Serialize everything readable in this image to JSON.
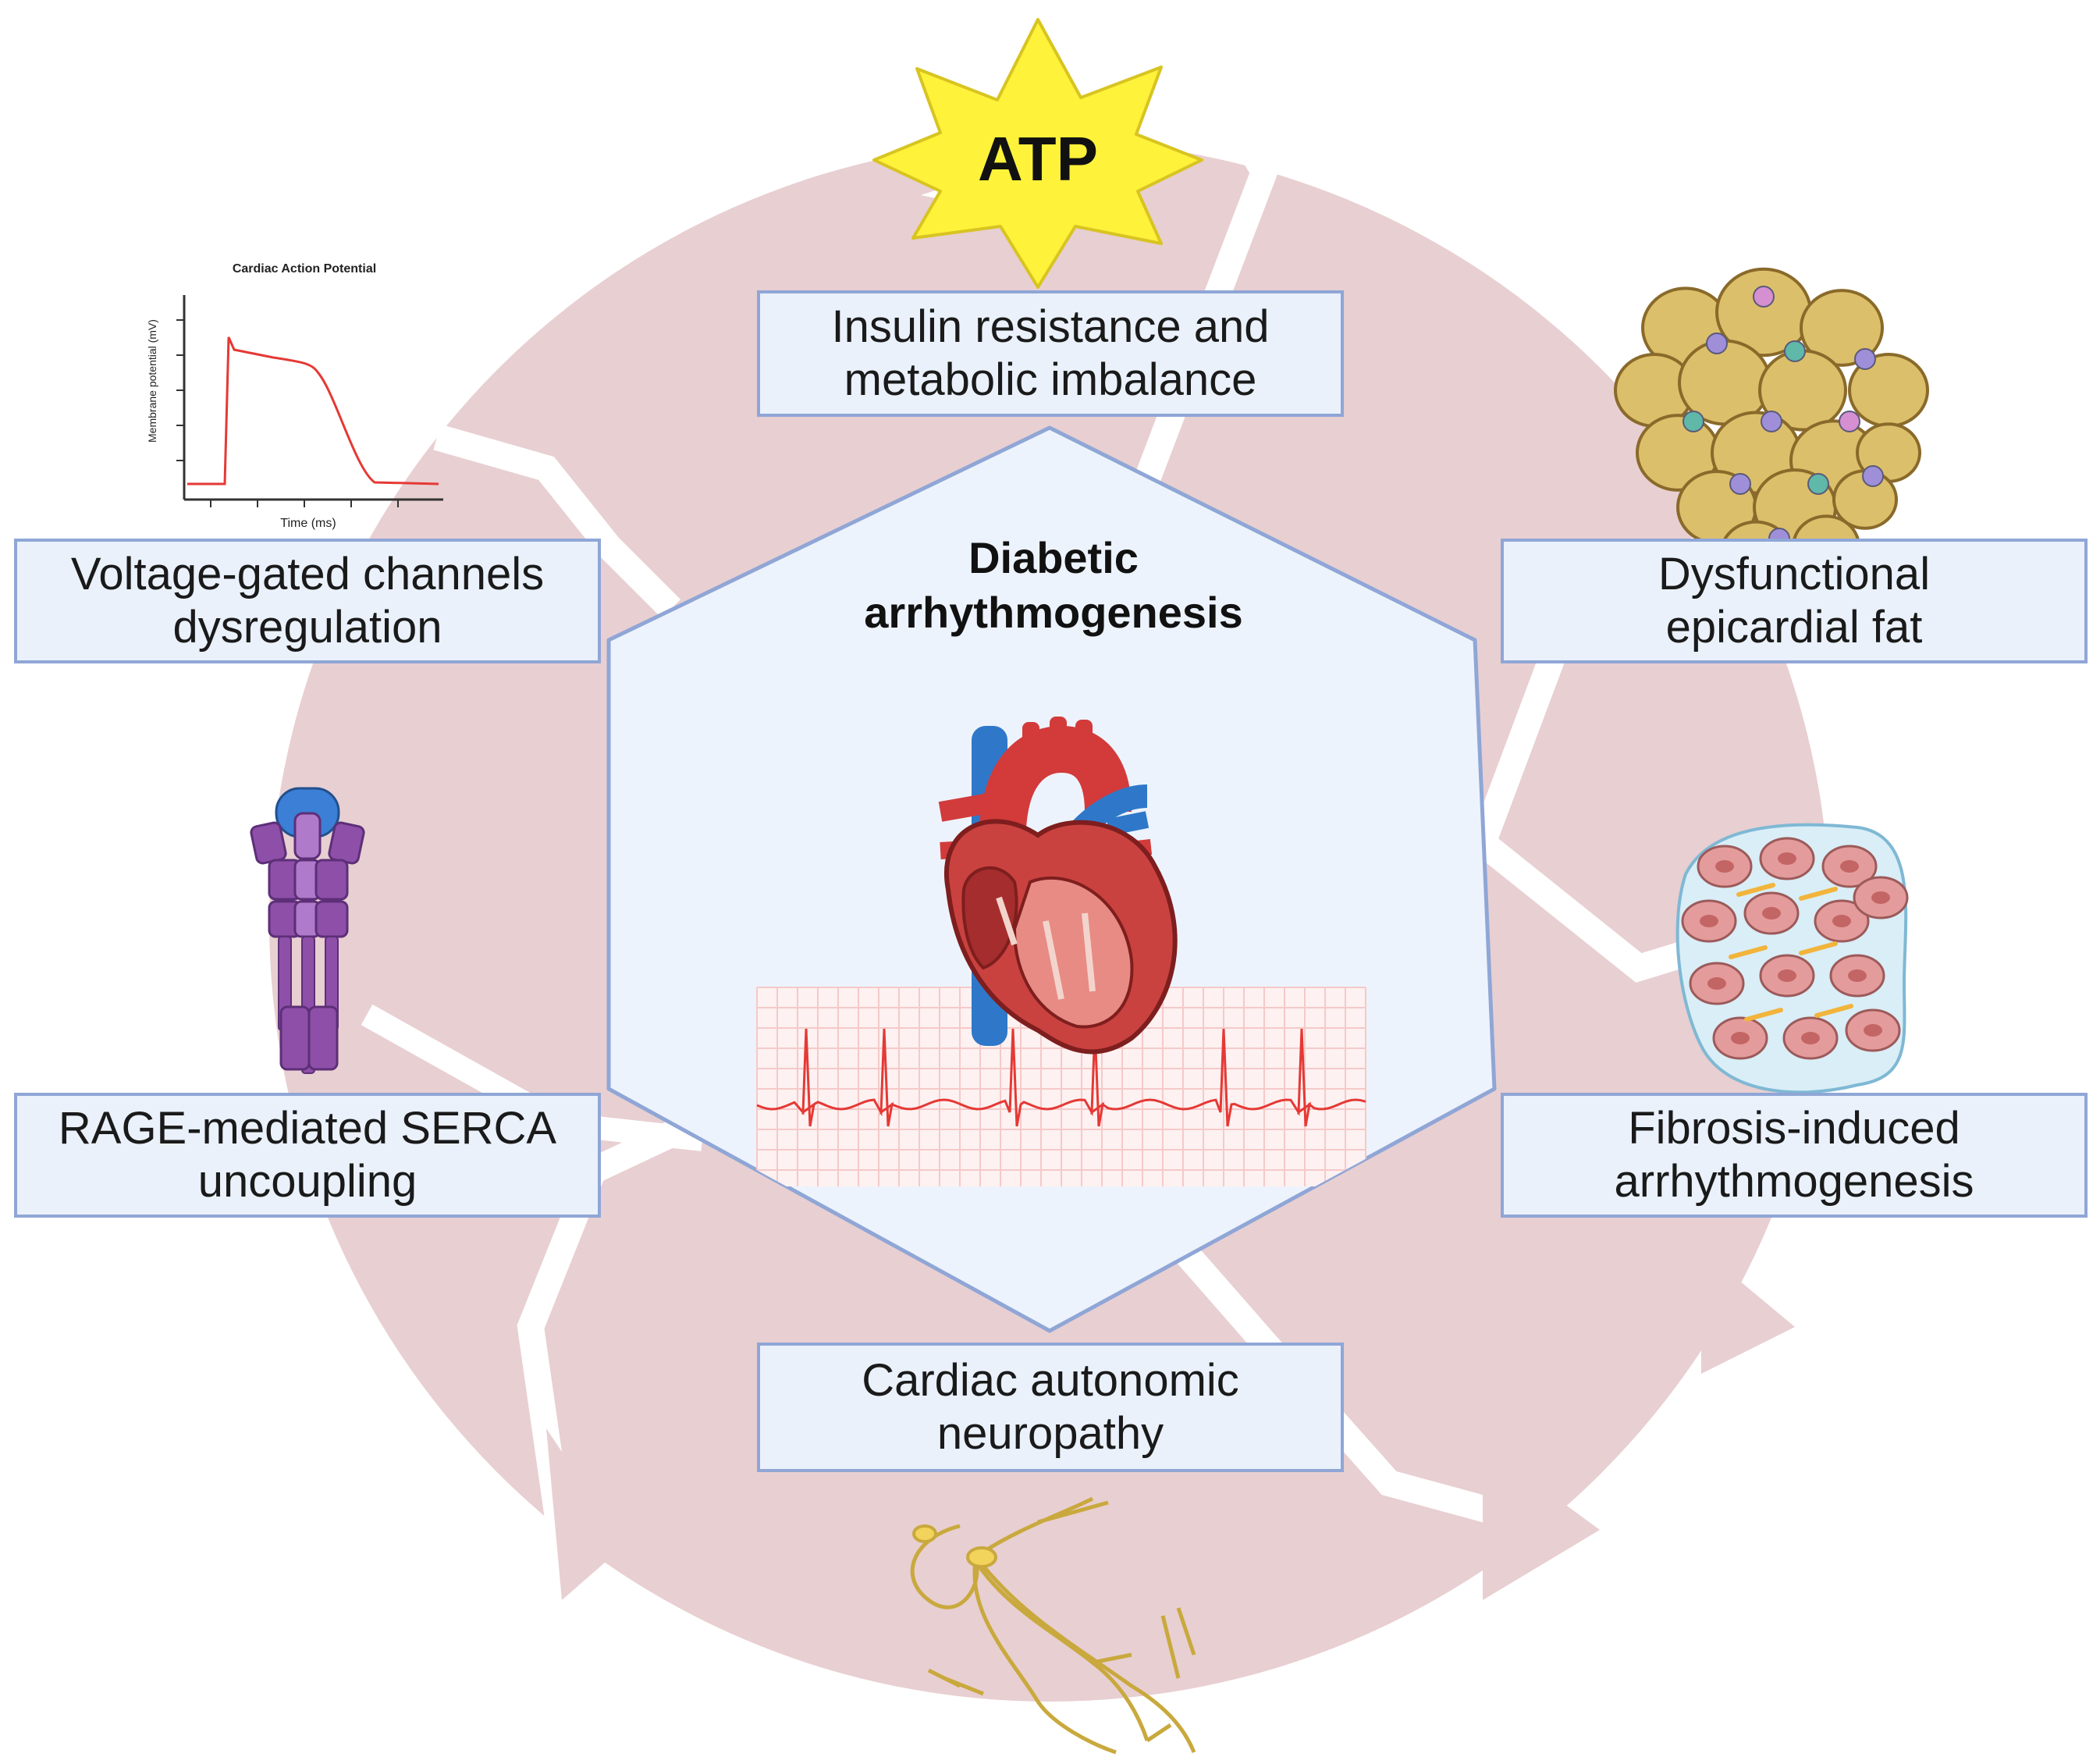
{
  "center": {
    "title_line1": "Diabetic",
    "title_line2": "arrhythmogenesis"
  },
  "atp_label": "ATP",
  "boxes": {
    "top": {
      "line1": "Insulin resistance and",
      "line2": "metabolic imbalance"
    },
    "upper_left": {
      "line1": "Voltage-gated channels",
      "line2": "dysregulation"
    },
    "upper_right": {
      "line1": "Dysfunctional",
      "line2": "epicardial fat"
    },
    "lower_left": {
      "line1": "RAGE-mediated SERCA",
      "line2": "uncoupling"
    },
    "lower_right": {
      "line1": "Fibrosis-induced",
      "line2": "arrhythmogenesis"
    },
    "bottom": {
      "line1": "Cardiac autonomic",
      "line2": "neuropathy"
    }
  },
  "action_potential": {
    "title": "Cardiac Action Potential",
    "xlabel": "Time (ms)",
    "ylabel": "Membrane potential (mV)"
  },
  "colors": {
    "cycle_arrows": "#e8cfd2",
    "box_fill": "#eaf1fb",
    "box_border": "#8fa6d6",
    "hexagon_fill": "#edf3fc",
    "atp_star": "#fff23a",
    "ecg_trace": "#e53935",
    "ecg_grid": "#f6c9c9"
  }
}
